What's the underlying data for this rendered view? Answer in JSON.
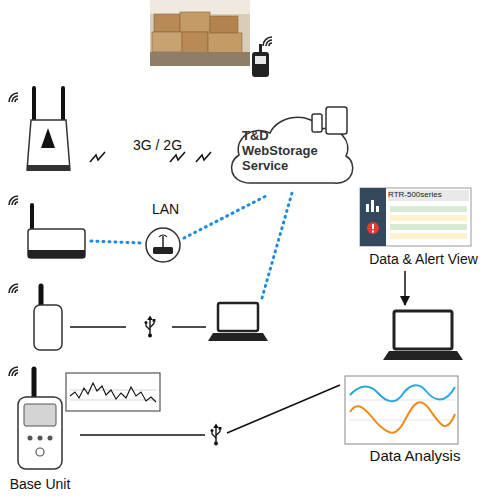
{
  "diagram": {
    "nodes": [
      {
        "text": [
          "T&D WebStorage Service"
        ]
      },
      {
        "text": [
          "RTR-500series",
          "Data & Alert View"
        ]
      },
      {
        "text": [
          "Data Analysis"
        ]
      },
      {
        "text": [
          "Base Unit"
        ]
      }
    ],
    "edges": [
      {
        "from": 1,
        "to": 2,
        "arrow": "to"
      },
      {
        "from": 3,
        "to": 2,
        "arrow": "none"
      }
    ],
    "labels": [
      "3G / 2G",
      "LAN"
    ]
  }
}
